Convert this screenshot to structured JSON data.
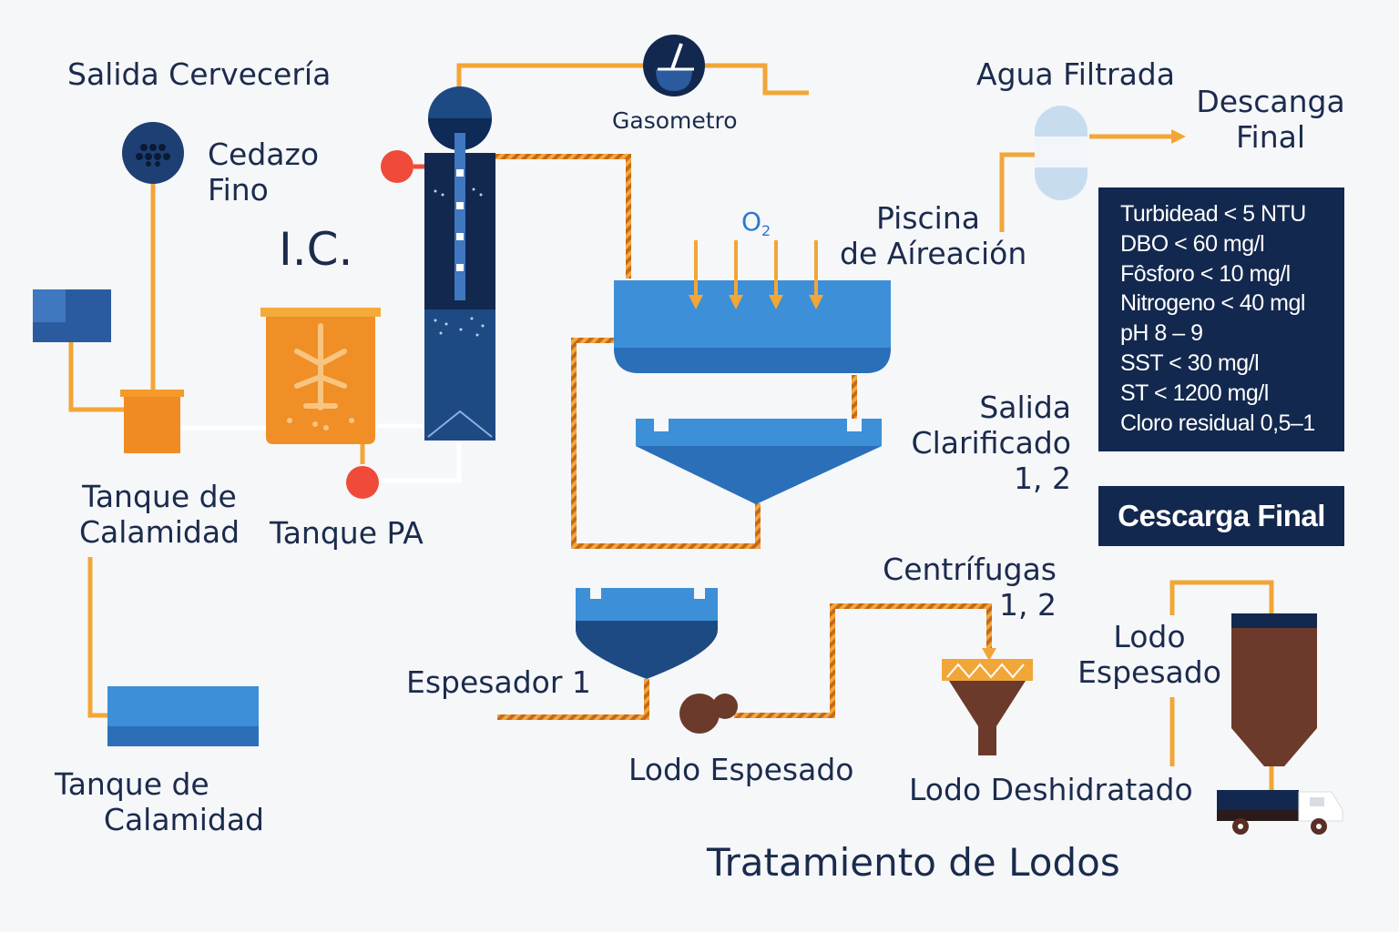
{
  "labels": {
    "brewery_outlet": "Salida Cervecería",
    "fine_screen": [
      "Cedazo",
      "Fino"
    ],
    "ic": "I.C.",
    "gasometer": "Gasometro",
    "filtered_water": "Agua Filtrada",
    "final_discharge_top": [
      "Descanga",
      "Final"
    ],
    "aeration_pool": [
      "Piscina",
      "de Aíreación"
    ],
    "oxygen": "O",
    "oxygen_sub": "2",
    "clarified_outlet": [
      "Salida",
      "Clarificado",
      "1, 2"
    ],
    "calamity_tank_upper": [
      "Tanque de",
      "Calamidad"
    ],
    "pa_tank": "Tanque PA",
    "calamity_tank_lower": [
      "Tanque de",
      "Calamidad"
    ],
    "centrifuges": [
      "Centrífugas",
      "1, 2"
    ],
    "thickened_sludge_right": [
      "Lodo",
      "Espesado"
    ],
    "thickener": "Espesador 1",
    "thickened_sludge": "Lodo Espesado",
    "dewatered_sludge": "Lodo Deshidratado",
    "sludge_treatment": "Tratamiento de Lodos"
  },
  "specs": [
    "Turbidead < 5 NTU",
    "DBO < 60 mg/l",
    "Fôsforo < 10 mg/l",
    "Nitrogeno < 40 mgl",
    "pH 8  – 9",
    "SST < 30 mg/l",
    "ST < 1200 mg/l",
    "Cloro residual 0,5–1"
  ],
  "final_button": "Cescarga Final",
  "colors": {
    "navy": "#13284e",
    "blue": "#3d8fd8",
    "dark_blue": "#1e4a84",
    "orange": "#f0a030",
    "red": "#ef4a3a",
    "brown": "#6b3a2a"
  }
}
